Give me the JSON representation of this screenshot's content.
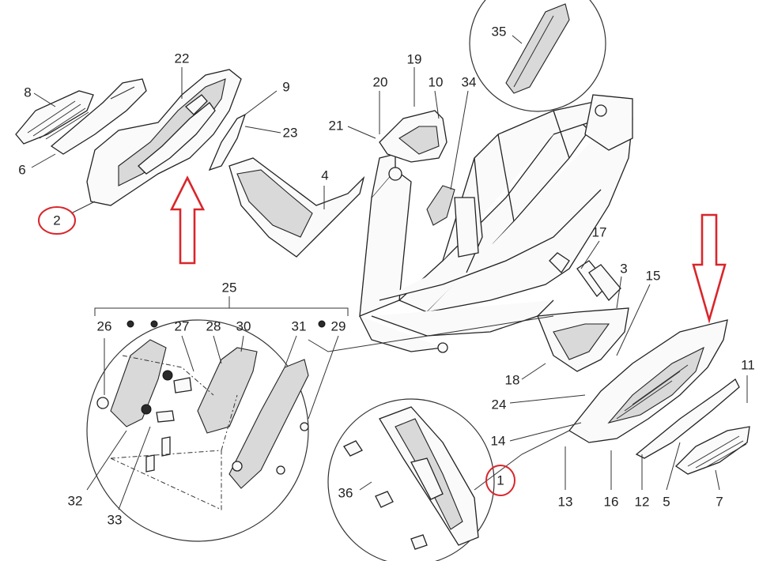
{
  "colors": {
    "highlight": "#d9262b",
    "linework": "#222222",
    "background": "#ffffff"
  },
  "callouts": [
    {
      "id": "c1",
      "text": "1",
      "highlighted": true
    },
    {
      "id": "c2",
      "text": "2",
      "highlighted": true
    },
    {
      "id": "c3",
      "text": "3"
    },
    {
      "id": "c4",
      "text": "4"
    },
    {
      "id": "c5",
      "text": "5"
    },
    {
      "id": "c6",
      "text": "6"
    },
    {
      "id": "c7",
      "text": "7"
    },
    {
      "id": "c8",
      "text": "8"
    },
    {
      "id": "c9",
      "text": "9"
    },
    {
      "id": "c10",
      "text": "10"
    },
    {
      "id": "c11",
      "text": "11"
    },
    {
      "id": "c12",
      "text": "12"
    },
    {
      "id": "c13",
      "text": "13"
    },
    {
      "id": "c14",
      "text": "14"
    },
    {
      "id": "c15",
      "text": "15"
    },
    {
      "id": "c16",
      "text": "16"
    },
    {
      "id": "c17",
      "text": "17"
    },
    {
      "id": "c18",
      "text": "18"
    },
    {
      "id": "c19",
      "text": "19"
    },
    {
      "id": "c20",
      "text": "20"
    },
    {
      "id": "c21",
      "text": "21"
    },
    {
      "id": "c22",
      "text": "22"
    },
    {
      "id": "c23",
      "text": "23"
    },
    {
      "id": "c24",
      "text": "24"
    },
    {
      "id": "c25",
      "text": "25"
    },
    {
      "id": "c26",
      "text": "26"
    },
    {
      "id": "c27",
      "text": "27"
    },
    {
      "id": "c28",
      "text": "28"
    },
    {
      "id": "c29",
      "text": "29"
    },
    {
      "id": "c30",
      "text": "30"
    },
    {
      "id": "c31",
      "text": "31"
    },
    {
      "id": "c32",
      "text": "32"
    },
    {
      "id": "c33",
      "text": "33"
    },
    {
      "id": "c34",
      "text": "34"
    },
    {
      "id": "c35",
      "text": "35"
    },
    {
      "id": "c36",
      "text": "36"
    }
  ],
  "markers": {
    "arrows": 2,
    "highlight_circles": 2
  }
}
